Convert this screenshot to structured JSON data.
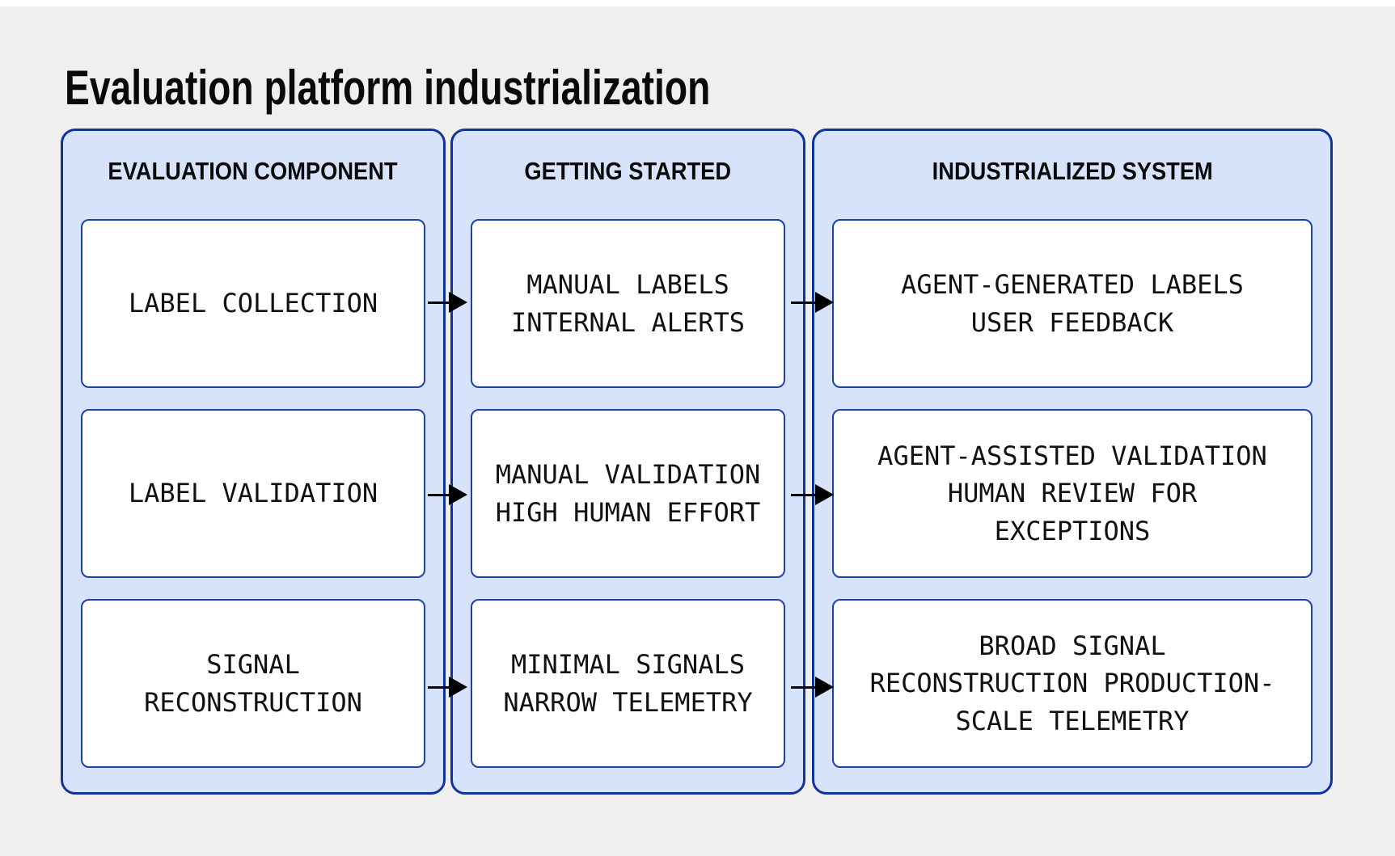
{
  "title": "Evaluation platform industrialization",
  "columns": [
    {
      "header": "EVALUATION COMPONENT",
      "boxes": [
        "LABEL COLLECTION",
        "LABEL VALIDATION",
        "SIGNAL\nRECONSTRUCTION"
      ]
    },
    {
      "header": "GETTING STARTED",
      "boxes": [
        "MANUAL LABELS\nINTERNAL ALERTS",
        "MANUAL VALIDATION\nHIGH HUMAN EFFORT",
        "MINIMAL SIGNALS\nNARROW TELEMETRY"
      ]
    },
    {
      "header": "INDUSTRIALIZED SYSTEM",
      "boxes": [
        "AGENT-GENERATED LABELS\nUSER FEEDBACK",
        "AGENT-ASSISTED VALIDATION\nHUMAN REVIEW FOR\nEXCEPTIONS",
        "BROAD SIGNAL\nRECONSTRUCTION PRODUCTION-\nSCALE TELEMETRY"
      ]
    }
  ],
  "colors": {
    "background": "#f0efed",
    "column_fill": "#d7e3fb",
    "column_border": "#10339d",
    "box_fill": "#ffffff",
    "box_border": "#1e41a8",
    "text": "#111111",
    "arrow": "#000000"
  }
}
